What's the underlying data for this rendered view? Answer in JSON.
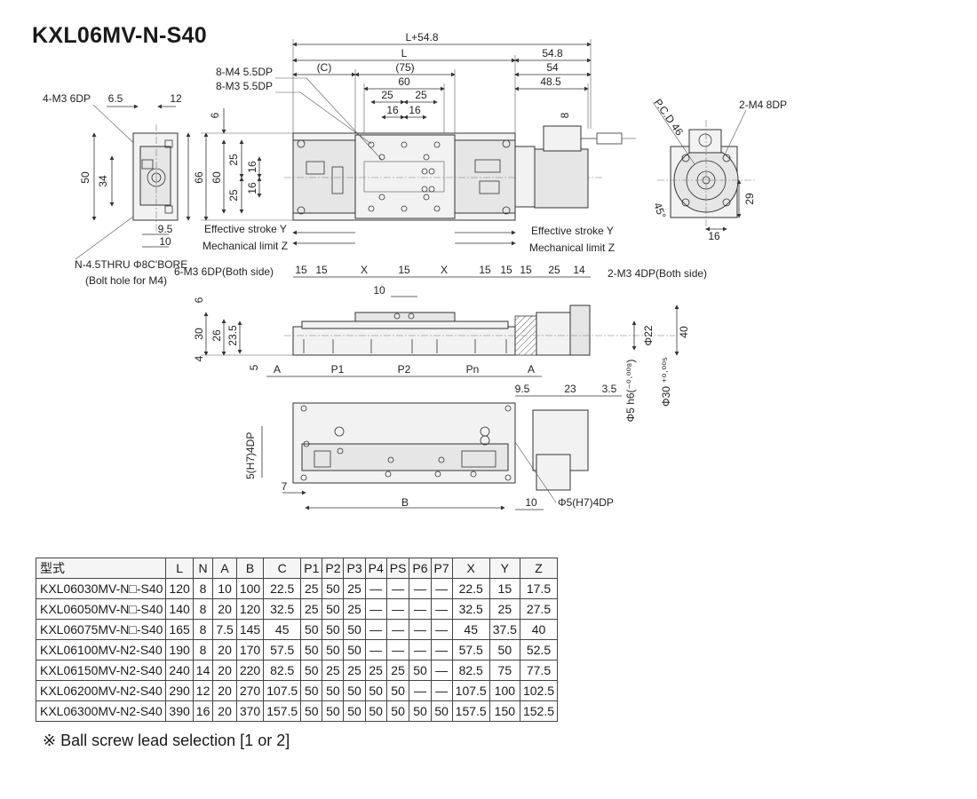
{
  "title": "KXL06MV-N-S40",
  "labels": {
    "m4_5_5dp": "8-M4 5.5DP",
    "m3_5_5dp": "8-M3 5.5DP",
    "m3_6dp_side": "4-M3 6DP",
    "m4_8dp": "2-M4 8DP",
    "pcd": "P.C.D 46",
    "thru_bore": "N-4.5THRU Φ8C'BORE",
    "bolt_hole": "(Bolt hole for M4)",
    "m3_6dp_both": "6-M3 6DP(Both side)",
    "m3_4dp_both": "2-M3 4DP(Both side)",
    "eff_stroke": "Effective stroke Y",
    "mech_limit": "Mechanical limit Z",
    "h7_4dp_left": "5(H7)4DP",
    "h7_4dp_right": "Φ5(H7)4DP"
  },
  "dims": {
    "L_plus": "L+54.8",
    "L": "L",
    "d54_8": "54.8",
    "C": "(C)",
    "d75": "(75)",
    "d54": "54",
    "d60": "60",
    "d48_5": "48.5",
    "d25a": "25",
    "d25b": "25",
    "d16a": "16",
    "d16b": "16",
    "d6_5": "6.5",
    "d12": "12",
    "d6": "6",
    "d8": "8",
    "d50": "50",
    "d34": "34",
    "d66": "66",
    "d60v": "60",
    "d25v1": "25",
    "d25v2": "25",
    "d16v1": "16",
    "d16v2": "16",
    "d9_5": "9.5",
    "d10": "10",
    "d45deg": "45°",
    "d29": "29",
    "d16r": "16",
    "s15a": "15",
    "s15b": "15",
    "sX1": "X",
    "s15c": "15",
    "sX2": "X",
    "s15d": "15",
    "s15e": "15",
    "s15f": "15",
    "s25": "25",
    "s14": "14",
    "s10": "10",
    "v6": "6",
    "v30": "30",
    "v26": "26",
    "v23_5": "23.5",
    "v4": "4",
    "v5": "5",
    "A1": "A",
    "P1": "P1",
    "P2": "P2",
    "Pn": "Pn",
    "A2": "A",
    "b9_5": "9.5",
    "b23": "23",
    "b3_5": "3.5",
    "phi22": "Φ22",
    "v40": "40",
    "phi5h6": "Φ5 h6(⁻⁰·⁰⁰⁸)",
    "phi30": "Φ30 ⁺⁰·⁰⁰⁵",
    "d7": "7",
    "B": "B",
    "d10b": "10"
  },
  "table": {
    "headers": [
      "型式",
      "L",
      "N",
      "A",
      "B",
      "C",
      "P1",
      "P2",
      "P3",
      "P4",
      "PS",
      "P6",
      "P7",
      "X",
      "Y",
      "Z"
    ],
    "rows": [
      [
        "KXL06030MV-N□-S40",
        "120",
        "8",
        "10",
        "100",
        "22.5",
        "25",
        "50",
        "25",
        "—",
        "—",
        "—",
        "—",
        "22.5",
        "15",
        "17.5"
      ],
      [
        "KXL06050MV-N□-S40",
        "140",
        "8",
        "20",
        "120",
        "32.5",
        "25",
        "50",
        "25",
        "—",
        "—",
        "—",
        "—",
        "32.5",
        "25",
        "27.5"
      ],
      [
        "KXL06075MV-N□-S40",
        "165",
        "8",
        "7.5",
        "145",
        "45",
        "50",
        "50",
        "50",
        "—",
        "—",
        "—",
        "—",
        "45",
        "37.5",
        "40"
      ],
      [
        "KXL06100MV-N2-S40",
        "190",
        "8",
        "20",
        "170",
        "57.5",
        "50",
        "50",
        "50",
        "—",
        "—",
        "—",
        "—",
        "57.5",
        "50",
        "52.5"
      ],
      [
        "KXL06150MV-N2-S40",
        "240",
        "14",
        "20",
        "220",
        "82.5",
        "50",
        "25",
        "25",
        "25",
        "25",
        "50",
        "—",
        "82.5",
        "75",
        "77.5"
      ],
      [
        "KXL06200MV-N2-S40",
        "290",
        "12",
        "20",
        "270",
        "107.5",
        "50",
        "50",
        "50",
        "50",
        "50",
        "—",
        "—",
        "107.5",
        "100",
        "102.5"
      ],
      [
        "KXL06300MV-N2-S40",
        "390",
        "16",
        "20",
        "370",
        "157.5",
        "50",
        "50",
        "50",
        "50",
        "50",
        "50",
        "50",
        "157.5",
        "150",
        "152.5"
      ]
    ]
  },
  "note": "※ Ball screw lead selection [1 or 2]"
}
